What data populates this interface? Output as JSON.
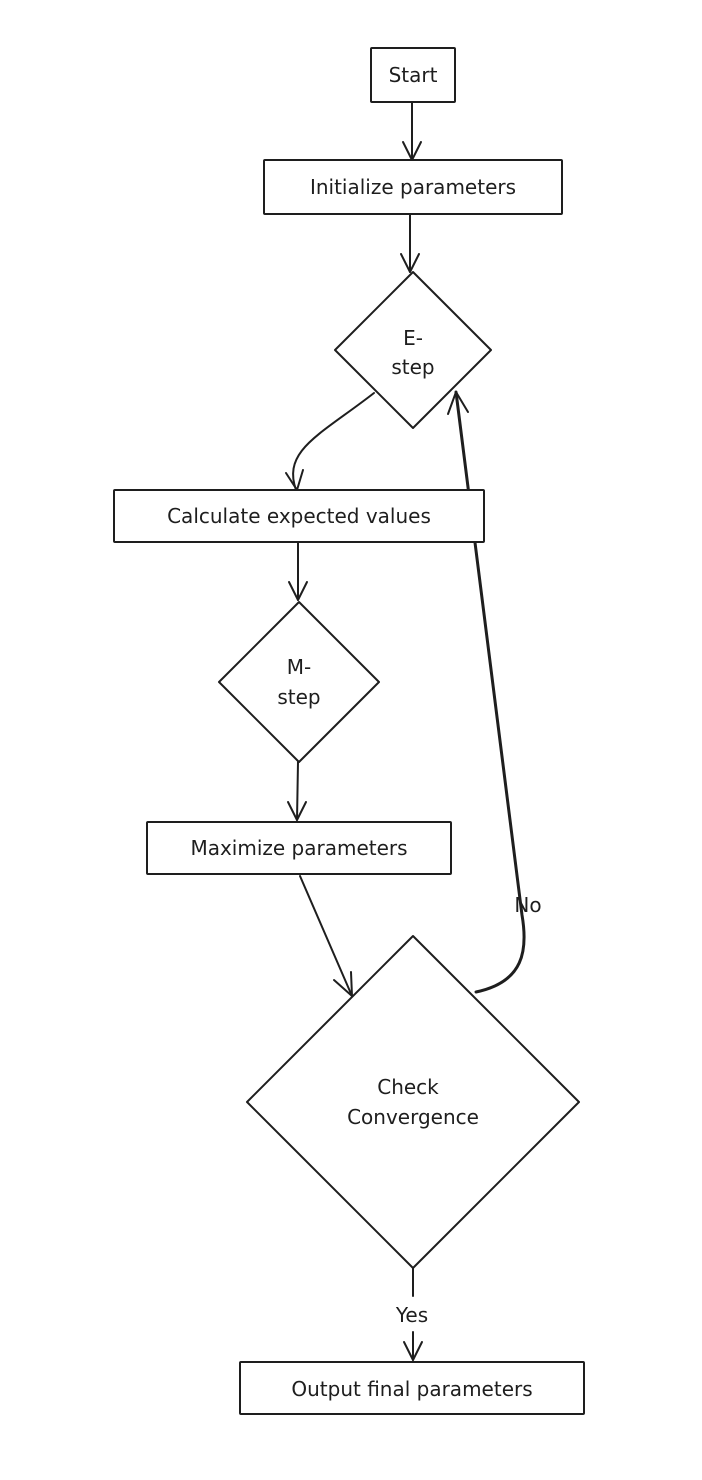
{
  "diagram": {
    "nodes": {
      "start": {
        "lines": [
          "Start"
        ]
      },
      "init": {
        "lines": [
          "Initialize parameters"
        ]
      },
      "estep": {
        "lines": [
          "E-",
          "step"
        ]
      },
      "calc": {
        "lines": [
          "Calculate expected values"
        ]
      },
      "mstep": {
        "lines": [
          "M-",
          "step"
        ]
      },
      "maximize": {
        "lines": [
          "Maximize parameters"
        ]
      },
      "check": {
        "lines": [
          "Check",
          "Convergence"
        ]
      },
      "output": {
        "lines": [
          "Output final parameters"
        ]
      }
    },
    "edges": {
      "yes_label": "Yes",
      "no_label": "No"
    },
    "colors": {
      "stroke": "#1e1e1e",
      "background": "#ffffff"
    }
  }
}
